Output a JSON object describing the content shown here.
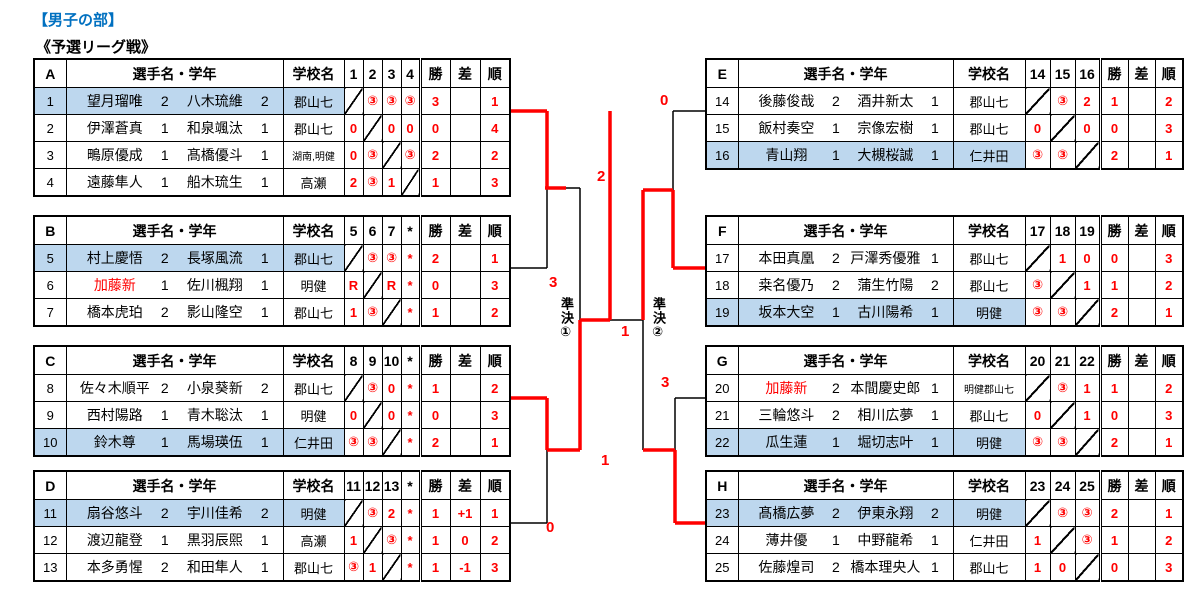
{
  "page": {
    "title": "【男子の部】",
    "subtitle": "《予選リーグ戦》"
  },
  "colors": {
    "title_blue": "#0070C0",
    "highlight_blue": "#BDD7EE",
    "result_red": "#FF0000",
    "line_black": "#000000"
  },
  "columns": {
    "players": "選手名・学年",
    "school": "学校名",
    "wins": "勝",
    "diff": "差",
    "rank": "順"
  },
  "groups": [
    {
      "id": "A",
      "side": "left",
      "games": [
        "1",
        "2",
        "3",
        "4"
      ],
      "rows": [
        {
          "no": "1",
          "p1": "望月瑠唯",
          "p1_red": false,
          "g1": "2",
          "p2": "八木琉維",
          "g2": "2",
          "school": "郡山七",
          "cells": [
            "\\",
            "③",
            "③",
            "③"
          ],
          "wins": "3",
          "diff": "",
          "rank": "1",
          "highlight": true
        },
        {
          "no": "2",
          "p1": "伊澤蒼真",
          "p1_red": false,
          "g1": "1",
          "p2": "和泉颯汰",
          "g2": "1",
          "school": "郡山七",
          "cells": [
            "0",
            "\\",
            "0",
            "0"
          ],
          "wins": "0",
          "diff": "",
          "rank": "4",
          "highlight": false
        },
        {
          "no": "3",
          "p1": "鴫原優成",
          "p1_red": false,
          "g1": "1",
          "p2": "髙橋優斗",
          "g2": "1",
          "school": "湖南,明健",
          "cells": [
            "0",
            "③",
            "\\",
            "③"
          ],
          "wins": "2",
          "diff": "",
          "rank": "2",
          "highlight": false
        },
        {
          "no": "4",
          "p1": "遠藤隼人",
          "p1_red": false,
          "g1": "1",
          "p2": "船木琉生",
          "g2": "1",
          "school": "高瀬",
          "cells": [
            "2",
            "③",
            "1",
            "\\"
          ],
          "wins": "1",
          "diff": "",
          "rank": "3",
          "highlight": false
        }
      ]
    },
    {
      "id": "B",
      "side": "left",
      "games": [
        "5",
        "6",
        "7",
        "*"
      ],
      "rows": [
        {
          "no": "5",
          "p1": "村上慶悟",
          "p1_red": false,
          "g1": "2",
          "p2": "長塚風流",
          "g2": "1",
          "school": "郡山七",
          "cells": [
            "\\",
            "③",
            "③",
            "*"
          ],
          "wins": "2",
          "diff": "",
          "rank": "1",
          "highlight": true
        },
        {
          "no": "6",
          "p1": "加藤新",
          "p1_red": true,
          "g1": "1",
          "p2": "佐川楓翔",
          "g2": "1",
          "school": "明健",
          "cells": [
            "R",
            "\\",
            "R",
            "*"
          ],
          "wins": "0",
          "diff": "",
          "rank": "3",
          "highlight": false
        },
        {
          "no": "7",
          "p1": "橋本虎珀",
          "p1_red": false,
          "g1": "2",
          "p2": "影山隆空",
          "g2": "1",
          "school": "郡山七",
          "cells": [
            "1",
            "③",
            "\\",
            "*"
          ],
          "wins": "1",
          "diff": "",
          "rank": "2",
          "highlight": false
        }
      ]
    },
    {
      "id": "C",
      "side": "left",
      "games": [
        "8",
        "9",
        "10",
        "*"
      ],
      "rows": [
        {
          "no": "8",
          "p1": "佐々木順平",
          "p1_red": false,
          "g1": "2",
          "p2": "小泉葵新",
          "g2": "2",
          "school": "郡山七",
          "cells": [
            "\\",
            "③",
            "0",
            "*"
          ],
          "wins": "1",
          "diff": "",
          "rank": "2",
          "highlight": false
        },
        {
          "no": "9",
          "p1": "西村陽路",
          "p1_red": false,
          "g1": "1",
          "p2": "青木聡汰",
          "g2": "1",
          "school": "明健",
          "cells": [
            "0",
            "\\",
            "0",
            "*"
          ],
          "wins": "0",
          "diff": "",
          "rank": "3",
          "highlight": false
        },
        {
          "no": "10",
          "p1": "鈴木尊",
          "p1_red": false,
          "g1": "1",
          "p2": "馬場瑛伍",
          "g2": "1",
          "school": "仁井田",
          "cells": [
            "③",
            "③",
            "\\",
            "*"
          ],
          "wins": "2",
          "diff": "",
          "rank": "1",
          "highlight": true
        }
      ]
    },
    {
      "id": "D",
      "side": "left",
      "games": [
        "11",
        "12",
        "13",
        "*"
      ],
      "rows": [
        {
          "no": "11",
          "p1": "扇谷悠斗",
          "p1_red": false,
          "g1": "2",
          "p2": "宇川佳希",
          "g2": "2",
          "school": "明健",
          "cells": [
            "\\",
            "③",
            "2",
            "*"
          ],
          "wins": "1",
          "diff": "+1",
          "rank": "1",
          "highlight": true
        },
        {
          "no": "12",
          "p1": "渡辺龍登",
          "p1_red": false,
          "g1": "1",
          "p2": "黒羽辰煕",
          "g2": "1",
          "school": "高瀬",
          "cells": [
            "1",
            "\\",
            "③",
            "*"
          ],
          "wins": "1",
          "diff": "0",
          "rank": "2",
          "highlight": false
        },
        {
          "no": "13",
          "p1": "本多勇惺",
          "p1_red": false,
          "g1": "2",
          "p2": "和田隼人",
          "g2": "1",
          "school": "郡山七",
          "cells": [
            "③",
            "1",
            "\\",
            "*"
          ],
          "wins": "1",
          "diff": "-1",
          "rank": "3",
          "highlight": false
        }
      ]
    },
    {
      "id": "E",
      "side": "right",
      "games": [
        "14",
        "15",
        "16"
      ],
      "rows": [
        {
          "no": "14",
          "p1": "後藤俊哉",
          "p1_red": false,
          "g1": "2",
          "p2": "酒井新太",
          "g2": "1",
          "school": "郡山七",
          "cells": [
            "\\",
            "③",
            "2"
          ],
          "wins": "1",
          "diff": "",
          "rank": "2",
          "highlight": false
        },
        {
          "no": "15",
          "p1": "飯村奏空",
          "p1_red": false,
          "g1": "1",
          "p2": "宗像宏樹",
          "g2": "1",
          "school": "郡山七",
          "cells": [
            "0",
            "\\",
            "0"
          ],
          "wins": "0",
          "diff": "",
          "rank": "3",
          "highlight": false
        },
        {
          "no": "16",
          "p1": "青山翔",
          "p1_red": false,
          "g1": "1",
          "p2": "大槻桜誠",
          "g2": "1",
          "school": "仁井田",
          "cells": [
            "③",
            "③",
            "\\"
          ],
          "wins": "2",
          "diff": "",
          "rank": "1",
          "highlight": true
        }
      ]
    },
    {
      "id": "F",
      "side": "right",
      "games": [
        "17",
        "18",
        "19"
      ],
      "rows": [
        {
          "no": "17",
          "p1": "本田真凰",
          "p1_red": false,
          "g1": "2",
          "p2": "戸澤秀優雅",
          "g2": "1",
          "school": "郡山七",
          "cells": [
            "\\",
            "1",
            "0"
          ],
          "wins": "0",
          "diff": "",
          "rank": "3",
          "highlight": false
        },
        {
          "no": "18",
          "p1": "桒名優乃",
          "p1_red": false,
          "g1": "2",
          "p2": "蒲生竹陽",
          "g2": "2",
          "school": "郡山七",
          "cells": [
            "③",
            "\\",
            "1"
          ],
          "wins": "1",
          "diff": "",
          "rank": "2",
          "highlight": false
        },
        {
          "no": "19",
          "p1": "坂本大空",
          "p1_red": false,
          "g1": "1",
          "p2": "古川陽希",
          "g2": "1",
          "school": "明健",
          "cells": [
            "③",
            "③",
            "\\"
          ],
          "wins": "2",
          "diff": "",
          "rank": "1",
          "highlight": true
        }
      ]
    },
    {
      "id": "G",
      "side": "right",
      "games": [
        "20",
        "21",
        "22"
      ],
      "rows": [
        {
          "no": "20",
          "p1": "加藤新",
          "p1_red": true,
          "g1": "2",
          "p2": "本間慶史郎",
          "g2": "1",
          "school": "明健郡山七",
          "cells": [
            "\\",
            "③",
            "1"
          ],
          "wins": "1",
          "diff": "",
          "rank": "2",
          "highlight": false
        },
        {
          "no": "21",
          "p1": "三輪悠斗",
          "p1_red": false,
          "g1": "2",
          "p2": "相川広夢",
          "g2": "1",
          "school": "郡山七",
          "cells": [
            "0",
            "\\",
            "1"
          ],
          "wins": "0",
          "diff": "",
          "rank": "3",
          "highlight": false
        },
        {
          "no": "22",
          "p1": "瓜生蓮",
          "p1_red": false,
          "g1": "1",
          "p2": "堀切志叶",
          "g2": "1",
          "school": "明健",
          "cells": [
            "③",
            "③",
            "\\"
          ],
          "wins": "2",
          "diff": "",
          "rank": "1",
          "highlight": true
        }
      ]
    },
    {
      "id": "H",
      "side": "right",
      "games": [
        "23",
        "24",
        "25"
      ],
      "rows": [
        {
          "no": "23",
          "p1": "髙橋広夢",
          "p1_red": false,
          "g1": "2",
          "p2": "伊東永翔",
          "g2": "2",
          "school": "明健",
          "cells": [
            "\\",
            "③",
            "③"
          ],
          "wins": "2",
          "diff": "",
          "rank": "1",
          "highlight": true
        },
        {
          "no": "24",
          "p1": "薄井優",
          "p1_red": false,
          "g1": "1",
          "p2": "中野龍希",
          "g2": "1",
          "school": "仁井田",
          "cells": [
            "1",
            "\\",
            "③"
          ],
          "wins": "1",
          "diff": "",
          "rank": "2",
          "highlight": false
        },
        {
          "no": "25",
          "p1": "佐藤煌司",
          "p1_red": false,
          "g1": "2",
          "p2": "橋本理央人",
          "g2": "1",
          "school": "郡山七",
          "cells": [
            "1",
            "0",
            "\\"
          ],
          "wins": "0",
          "diff": "",
          "rank": "3",
          "highlight": false
        }
      ]
    },
    {
      "_comment": "end groups",
      "id": "",
      "side": "",
      "games": [],
      "rows": []
    }
  ],
  "bracket": {
    "semifinal1_label": "準決①",
    "semifinal2_label": "準決②",
    "scores": [
      {
        "value": "0",
        "match": "quarterfinal-E-side"
      },
      {
        "value": "2",
        "match": "final-champion-line"
      },
      {
        "value": "3",
        "match": "semifinal1"
      },
      {
        "value": "1",
        "match": "final-runnerup"
      },
      {
        "value": "3",
        "match": "semifinal2"
      },
      {
        "value": "1",
        "match": "semifinal2-H-side"
      },
      {
        "value": "0",
        "match": "quarterfinal-D-side"
      }
    ]
  }
}
